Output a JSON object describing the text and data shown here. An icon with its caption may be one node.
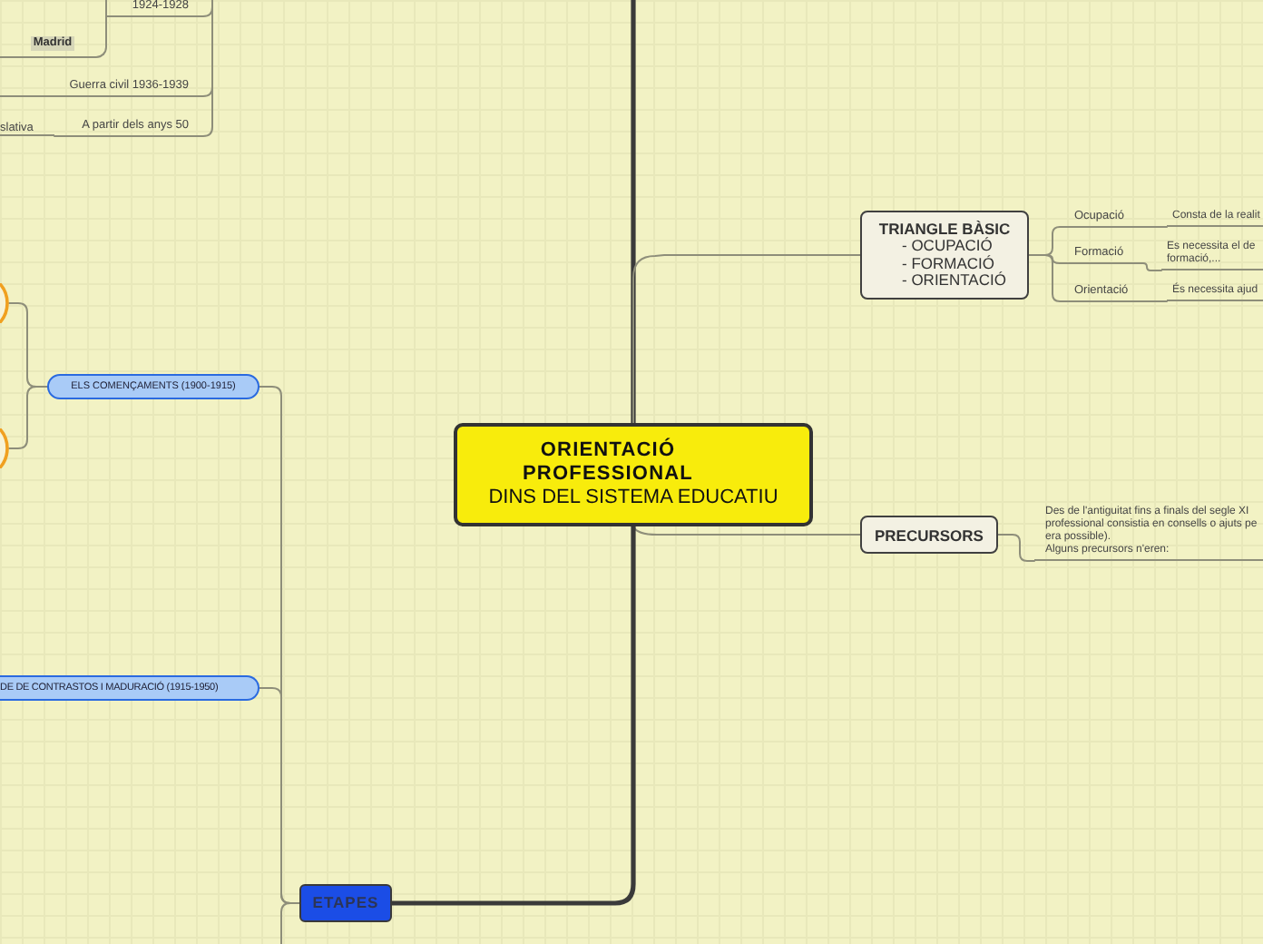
{
  "diagram": {
    "nodes": [
      {
        "text": [
          "ORIENTACIÓ PROFESSIONAL",
          "DINS DEL SISTEMA EDUCATIU"
        ]
      },
      {
        "text": [
          "TRIANGLE BÀSIC",
          "- OCUPACIÓ",
          "- FORMACIÓ",
          "- ORIENTACIÓ"
        ]
      },
      {
        "text": [
          "Ocupació"
        ]
      },
      {
        "text": [
          "Consta de la realit"
        ]
      },
      {
        "text": [
          "Formació"
        ]
      },
      {
        "text": [
          "Es necessita el de formació,..."
        ]
      },
      {
        "text": [
          "Orientació"
        ]
      },
      {
        "text": [
          "És necessita ajud"
        ]
      },
      {
        "text": [
          "PRECURSORS"
        ]
      },
      {
        "text": [
          "Des de l'antiguitat fins a finals del segle XI professional consistia en consells o ajuts pe era possible).",
          "Alguns precursors n'eren:"
        ]
      },
      {
        "text": [
          "ETAPES"
        ]
      },
      {
        "text": [
          "ELS COMENÇAMENTS (1900-1915)"
        ]
      },
      {
        "text": [],
        "shape": "circle"
      },
      {
        "text": [],
        "shape": "circle"
      },
      {
        "text": [
          "DE DE CONTRASTOS I MADURACIÓ (1915-1950)"
        ]
      },
      {
        "text": [
          "1924-1928"
        ]
      },
      {
        "text": [
          "Madrid"
        ]
      },
      {
        "text": [
          "Guerra civil 1936-1939"
        ]
      },
      {
        "text": [
          "A partir dels anys 50"
        ]
      },
      {
        "text": [
          "slativa"
        ]
      }
    ],
    "edges": [
      {
        "from": 0,
        "to": null,
        "arrow": "none",
        "style": "thick",
        "color": "#3a3a3a"
      },
      {
        "from": 0,
        "to": 1,
        "arrow": "none"
      },
      {
        "from": 1,
        "to": 2,
        "arrow": "none"
      },
      {
        "from": 2,
        "to": 3,
        "arrow": "none"
      },
      {
        "from": 1,
        "to": 4,
        "arrow": "none"
      },
      {
        "from": 4,
        "to": 5,
        "arrow": "none"
      },
      {
        "from": 1,
        "to": 6,
        "arrow": "none"
      },
      {
        "from": 6,
        "to": 7,
        "arrow": "none"
      },
      {
        "from": 0,
        "to": 8,
        "arrow": "none"
      },
      {
        "from": 8,
        "to": 9,
        "arrow": "none"
      },
      {
        "from": 0,
        "to": 10,
        "arrow": "none",
        "style": "thick",
        "color": "#3a3a3a"
      },
      {
        "from": 10,
        "to": 11,
        "arrow": "none"
      },
      {
        "from": 11,
        "to": 12,
        "arrow": "none"
      },
      {
        "from": 11,
        "to": 13,
        "arrow": "none"
      },
      {
        "from": 10,
        "to": 14,
        "arrow": "none"
      },
      {
        "from": 10,
        "to": null,
        "arrow": "none"
      },
      {
        "from": null,
        "to": 15,
        "arrow": "none"
      },
      {
        "from": 15,
        "to": 16,
        "arrow": "none"
      },
      {
        "from": null,
        "to": 17,
        "arrow": "none"
      },
      {
        "from": 17,
        "to": null,
        "arrow": "none"
      },
      {
        "from": null,
        "to": 18,
        "arrow": "none"
      },
      {
        "from": 18,
        "to": 19,
        "arrow": "none"
      }
    ]
  }
}
